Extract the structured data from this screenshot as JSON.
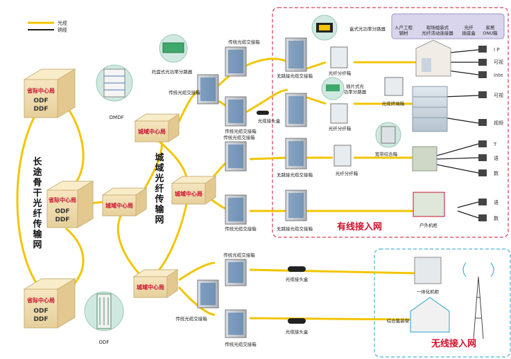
{
  "legend": {
    "fiber": "光缆",
    "copper": "铜缆"
  },
  "colors": {
    "fiber": "#f2c500",
    "copper": "#1a1a1a",
    "wired_zone": "#c8102e",
    "wireless_zone": "#1fa2c8"
  },
  "backbone": {
    "title_chars": [
      "长",
      "途",
      "骨",
      "干",
      "光",
      "纤",
      "传",
      "输",
      "网"
    ],
    "node_label": "省际中心局",
    "odf": "ODF",
    "ddf": "DDF"
  },
  "metro": {
    "title_chars": [
      "城",
      "域",
      "光",
      "纤",
      "传",
      "输",
      "网"
    ],
    "node_label": "城域中心局"
  },
  "omdf": "OMDF",
  "odf_bottom": "ODF",
  "labels": {
    "tray_splitter": "托盘式光功率分路器",
    "box_splitter": "盒式光功率分路器",
    "insert_splitter": [
      "插片式光",
      "功率分路器"
    ],
    "trad_cabinet": "传统光缆交接箱",
    "no_jumper_cabinet": "无跳接光缆交接箱",
    "fiber_dist_box": "光纤分纤箱",
    "joint_box": "光缆接头盒",
    "terminal_box": "光缆终端箱",
    "broadband_box": "宽带综合箱",
    "outdoor_cabinet": "户外机柜",
    "integrated_cabinet": "一体化机柜",
    "aggregation_rack": "综合集装架"
  },
  "materials": [
    {
      "line1": "入户工程",
      "line2": "辅材"
    },
    {
      "line1": "现场组装式",
      "line2": "光纤活动连接器"
    },
    {
      "line1": "光纤",
      "line2": "插座盒"
    },
    {
      "line1": "家居",
      "line2": "ONU箱"
    }
  ],
  "services": [
    "I P",
    "可视",
    "Inte",
    "可视",
    "视频",
    "T",
    "语",
    "数",
    "语",
    "数"
  ],
  "zones": {
    "wired": "有线接入网",
    "wireless": "无线接入网"
  }
}
